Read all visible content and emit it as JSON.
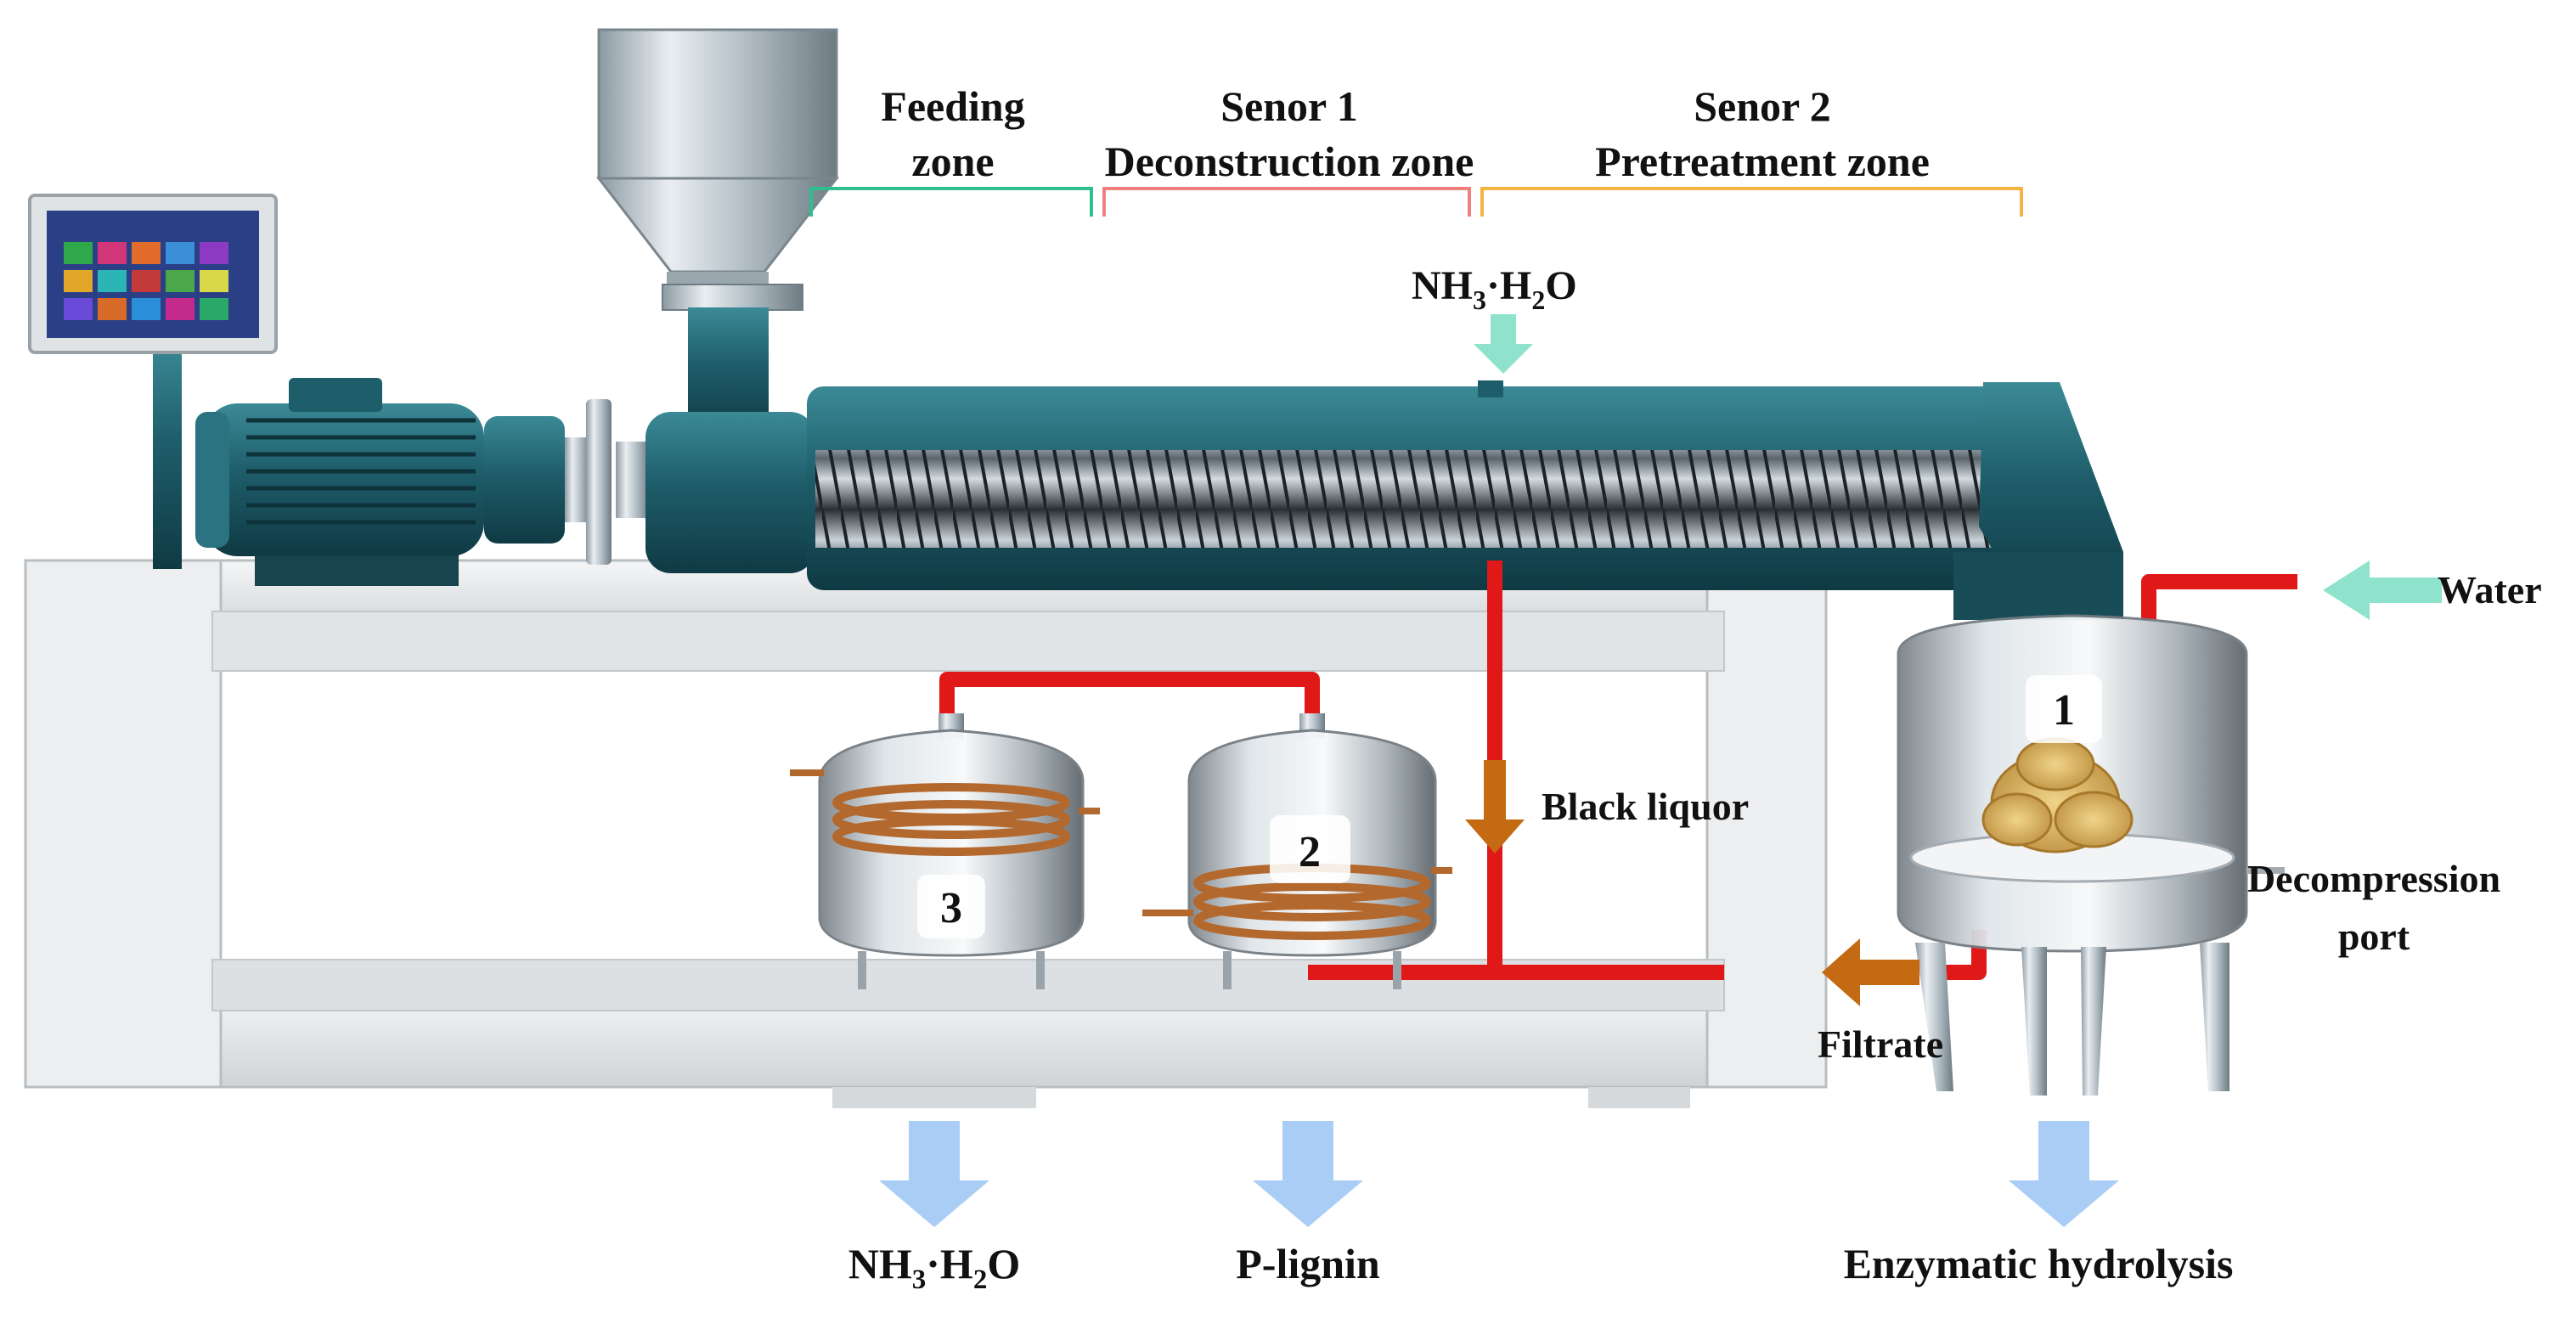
{
  "zones": [
    {
      "line1": "Feeding",
      "line2": "zone"
    },
    {
      "line1": "Senor 1",
      "line2": "Deconstruction zone"
    },
    {
      "line1": "Senor 2",
      "line2": "Pretreatment zone"
    }
  ],
  "inputs": {
    "ammonia_base": "NH",
    "ammonia_sub1": "3",
    "ammonia_mid": "·H",
    "ammonia_sub2": "2",
    "ammonia_end": "O",
    "water": "Water"
  },
  "flows": {
    "black_liquor": "Black liquor",
    "filtrate": "Filtrate",
    "decompression_line1": "Decompression",
    "decompression_line2": "port"
  },
  "outputs": {
    "ammonia_base": "NH",
    "ammonia_sub1": "3",
    "ammonia_mid": "·H",
    "ammonia_sub2": "2",
    "ammonia_end": "O",
    "lignin": "P-lignin",
    "hydrolysis": "Enzymatic hydrolysis"
  },
  "vessels": {
    "v1": "1",
    "v2": "2",
    "v3": "3"
  },
  "colors": {
    "feeding_bracket": "#2fbf8f",
    "senor1_bracket": "#f08080",
    "senor2_bracket": "#f5b342",
    "teal_machine": "#1e5d6a",
    "red_pipe": "#e01818",
    "brown_arrow": "#c36a12",
    "mint_arrow": "#8fe3cc",
    "blue_arrow": "#a9cdf5",
    "frame_gray": "#e6e8ea",
    "copper": "#b3682e"
  }
}
